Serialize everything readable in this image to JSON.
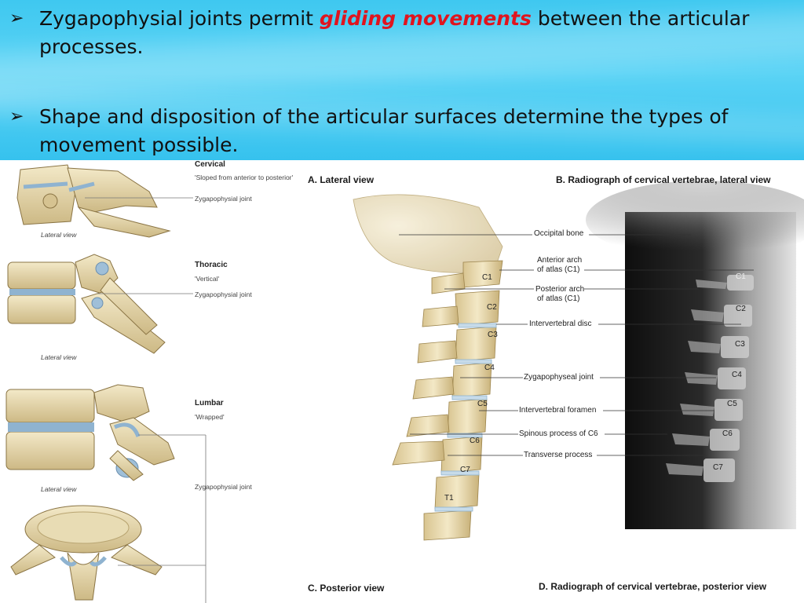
{
  "bullets": [
    {
      "before": "Zygapophysial joints permit ",
      "emphasis": "gliding movements",
      "after": " between the articular processes."
    },
    {
      "text": "Shape and disposition of the articular surfaces determine the types of movement possible."
    }
  ],
  "left_panel": {
    "cervical": {
      "title": "Cervical",
      "note": "'Sloped from anterior to posterior'",
      "joint": "Zygapophysial joint",
      "view": "Lateral view"
    },
    "thoracic": {
      "title": "Thoracic",
      "note": "'Vertical'",
      "joint": "Zygapophysial joint",
      "view": "Lateral view"
    },
    "lumbar": {
      "title": "Lumbar",
      "note": "'Wrapped'",
      "joint": "Zygapophysial joint",
      "view": "Lateral view"
    }
  },
  "panels": {
    "a": "A. Lateral view",
    "b": "B. Radiograph of cervical vertebrae, lateral view",
    "c": "C. Posterior view",
    "d": "D. Radiograph of cervical vertebrae, posterior view"
  },
  "callouts": {
    "occipital": "Occipital bone",
    "ant_arch_1": "Anterior arch",
    "ant_arch_2": "of atlas (C1)",
    "post_arch_1": "Posterior arch",
    "post_arch_2": "of atlas (C1)",
    "disc": "Intervertebral disc",
    "zyg": "Zygapophyseal joint",
    "foramen": "Intervertebral foramen",
    "spinous": "Spinous process of C6",
    "transverse": "Transverse process"
  },
  "vertebra_labels_a": [
    "C1",
    "C2",
    "C3",
    "C4",
    "C5",
    "C6",
    "C7",
    "T1"
  ],
  "vertebra_labels_b": [
    "C1",
    "C2",
    "C3",
    "C4",
    "C5",
    "C6",
    "C7"
  ],
  "colors": {
    "banner": "#4ccbf2",
    "emphasis": "#e0141e",
    "bone": "#e9dcb4",
    "bone_shadow": "#b9a572",
    "cartilage": "#9fbfd8",
    "xray_bg": "#161616"
  }
}
